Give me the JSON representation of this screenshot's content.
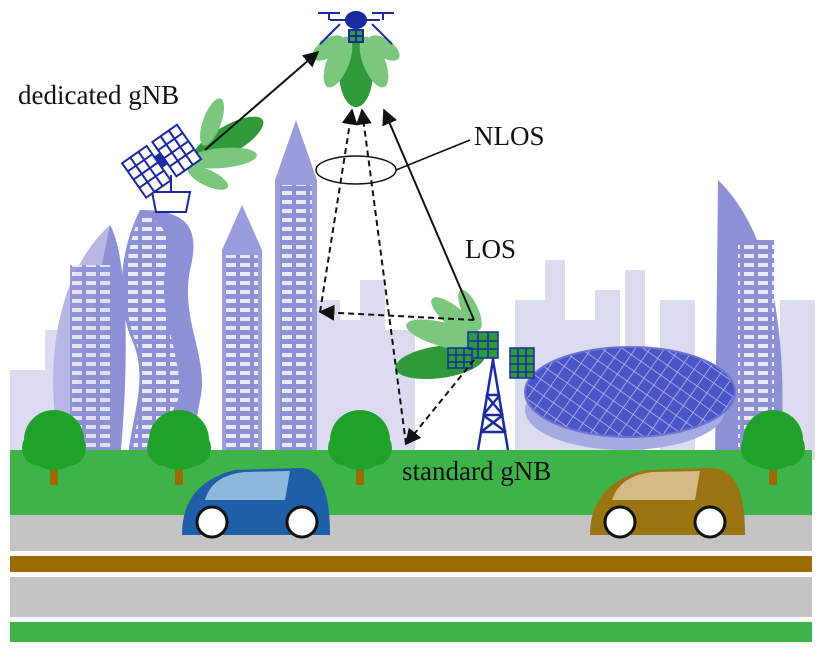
{
  "labels": {
    "dedicated_gnb": "dedicated gNB",
    "nlos": "NLOS",
    "los": "LOS",
    "standard_gnb": "standard gNB"
  },
  "colors": {
    "building": "#8e90d6",
    "building_light": "#c3c4e8",
    "skyline_back": "#d9daf0",
    "grass": "#3db34a",
    "road": "#c4c4c4",
    "road_stripe": "#9a6b00",
    "beam": "#2e9a3a",
    "beam_light": "#7bc77e",
    "tower": "#1a2aa0",
    "car_blue": "#1f5fa8",
    "car_brown": "#9a7410",
    "tree": "#1fa12a"
  },
  "icons": [
    "drone-icon",
    "satellite-panel-icon",
    "cell-tower-icon",
    "car-icon",
    "tree-icon",
    "dome-building-icon"
  ]
}
